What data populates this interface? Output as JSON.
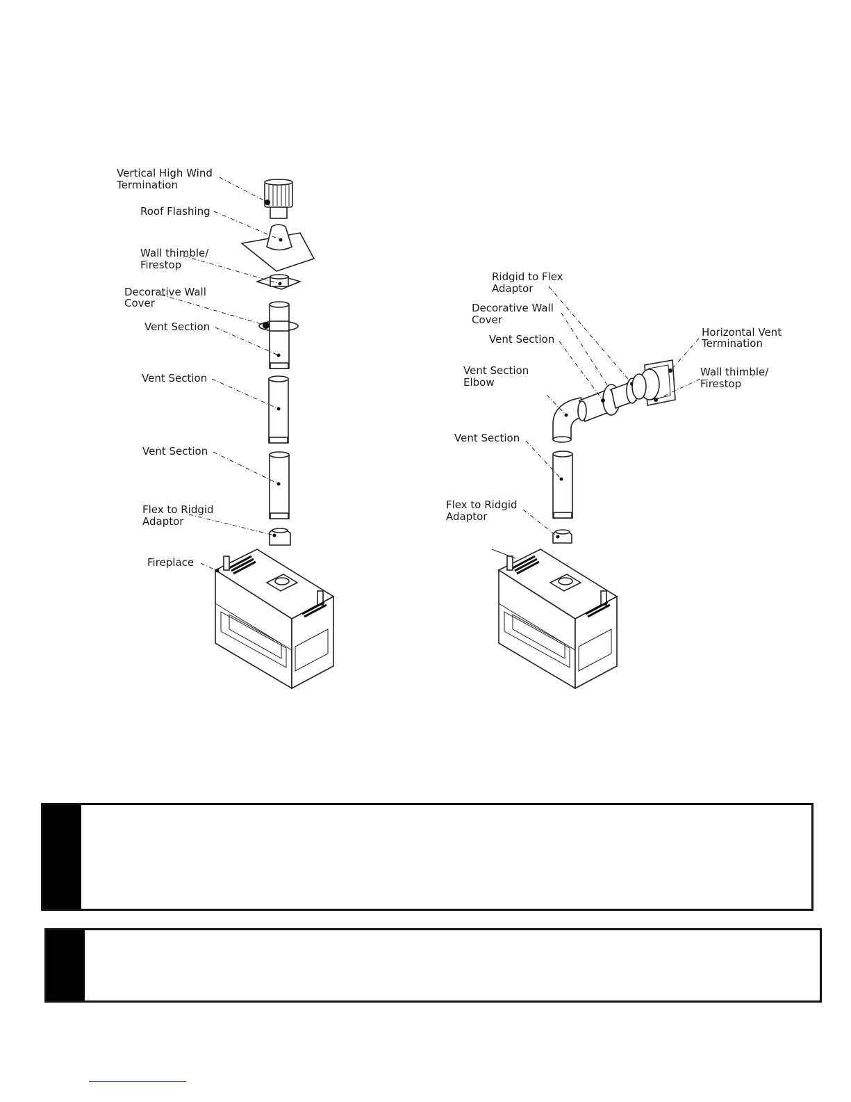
{
  "labels": {
    "vertical_high_wind_termination": [
      "Vertical High Wind",
      "Termination"
    ],
    "roof_flashing": "Roof Flashing",
    "left_wall_thimble_firestop": [
      "Wall thimble/",
      "Firestop"
    ],
    "left_decorative_wall_cover": [
      "Decorative Wall",
      "Cover"
    ],
    "left_vent_section_1": "Vent Section",
    "left_vent_section_2": "Vent Section",
    "left_vent_section_3": "Vent Section",
    "left_flex_to_ridgid_adaptor": [
      "Flex to Ridgid",
      "Adaptor"
    ],
    "fireplace": "Fireplace",
    "ridgid_to_flex_adaptor": [
      "Ridgid to Flex",
      "Adaptor"
    ],
    "right_decorative_wall_cover": [
      "Decorative Wall",
      "Cover"
    ],
    "right_vent_section_top": "Vent Section",
    "horizontal_vent_termination": [
      "Horizontal Vent",
      "Termination"
    ],
    "right_wall_thimble_firestop": [
      "Wall thimble/",
      "Firestop"
    ],
    "vent_section_elbow": [
      "Vent Section",
      "Elbow"
    ],
    "right_vent_section_lower": "Vent Section",
    "right_flex_to_ridgid_adaptor": [
      "Flex to Ridgid",
      "Adaptor"
    ]
  }
}
